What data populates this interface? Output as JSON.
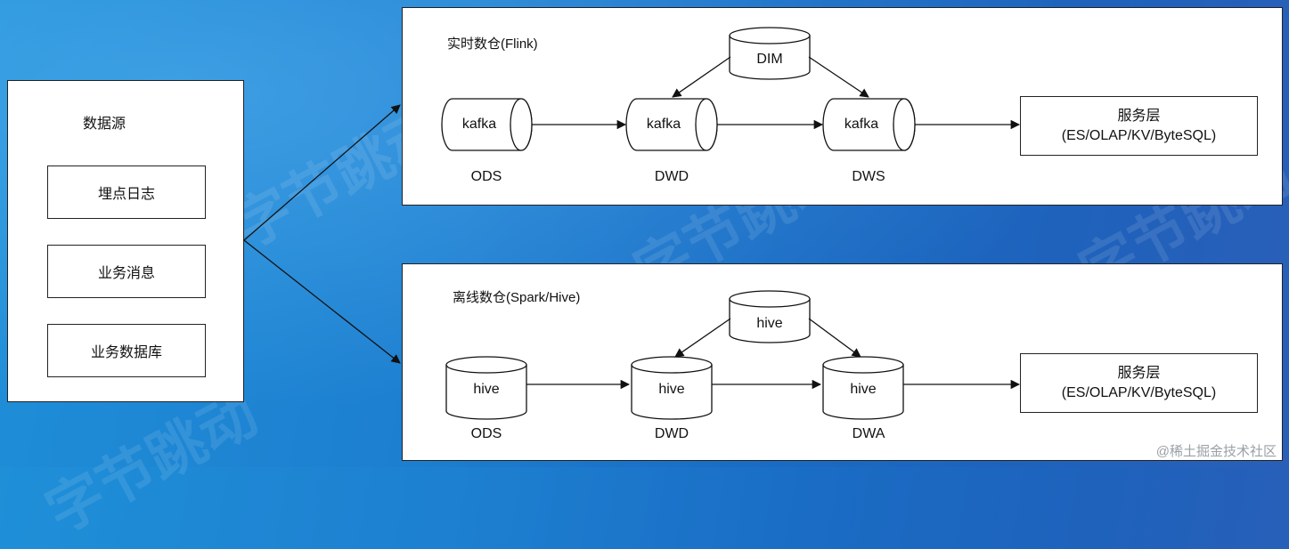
{
  "source": {
    "title": "数据源",
    "items": [
      "埋点日志",
      "业务消息",
      "业务数据库"
    ]
  },
  "realtime": {
    "title": "实时数仓(Flink)",
    "dim_label": "DIM",
    "cylinders": [
      "kafka",
      "kafka",
      "kafka"
    ],
    "layers": [
      "ODS",
      "DWD",
      "DWS"
    ],
    "service_title": "服务层",
    "service_sub": "(ES/OLAP/KV/ByteSQL)"
  },
  "offline": {
    "title": "离线数仓(Spark/Hive)",
    "dim_label": "hive",
    "cylinders": [
      "hive",
      "hive",
      "hive"
    ],
    "layers": [
      "ODS",
      "DWD",
      "DWA"
    ],
    "service_title": "服务层",
    "service_sub": "(ES/OLAP/KV/ByteSQL)"
  },
  "watermark_bg": [
    "字节跳动",
    "字节跳动",
    "字节跳动",
    "字节跳动"
  ],
  "footer_watermark": "@稀土掘金技术社区"
}
